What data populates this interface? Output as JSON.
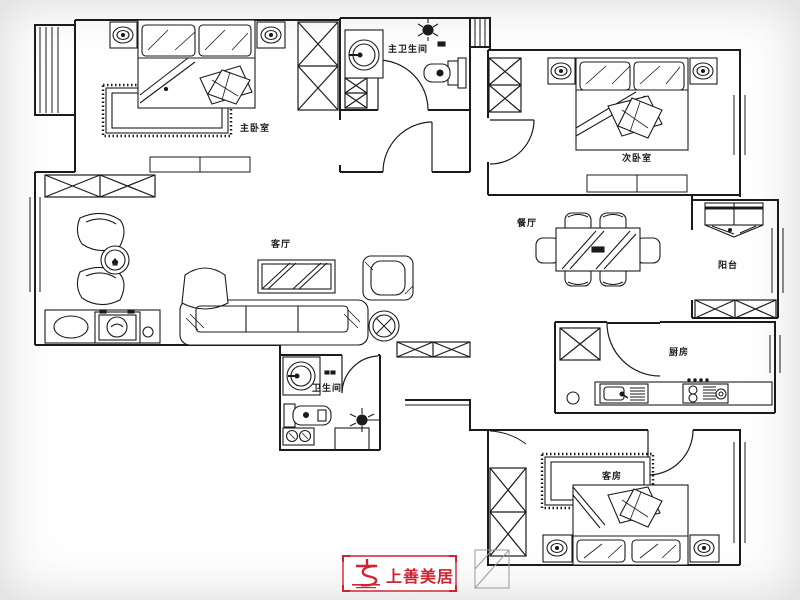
{
  "document": {
    "kind": "apartment-floor-plan"
  },
  "rooms": {
    "master_bedroom": "主卧室",
    "master_bathroom": "主卫生间",
    "second_bedroom": "次卧室",
    "living_room": "客厅",
    "dining_room": "餐厅",
    "balcony": "阳台",
    "bathroom": "卫生间",
    "kitchen": "厨房",
    "guest_room": "客房"
  },
  "logo": {
    "brand": "上善美居",
    "color": "#cf2430"
  },
  "colors": {
    "line": "#1b1b1b",
    "background": "#ffffff",
    "accent": "#cf2430"
  }
}
